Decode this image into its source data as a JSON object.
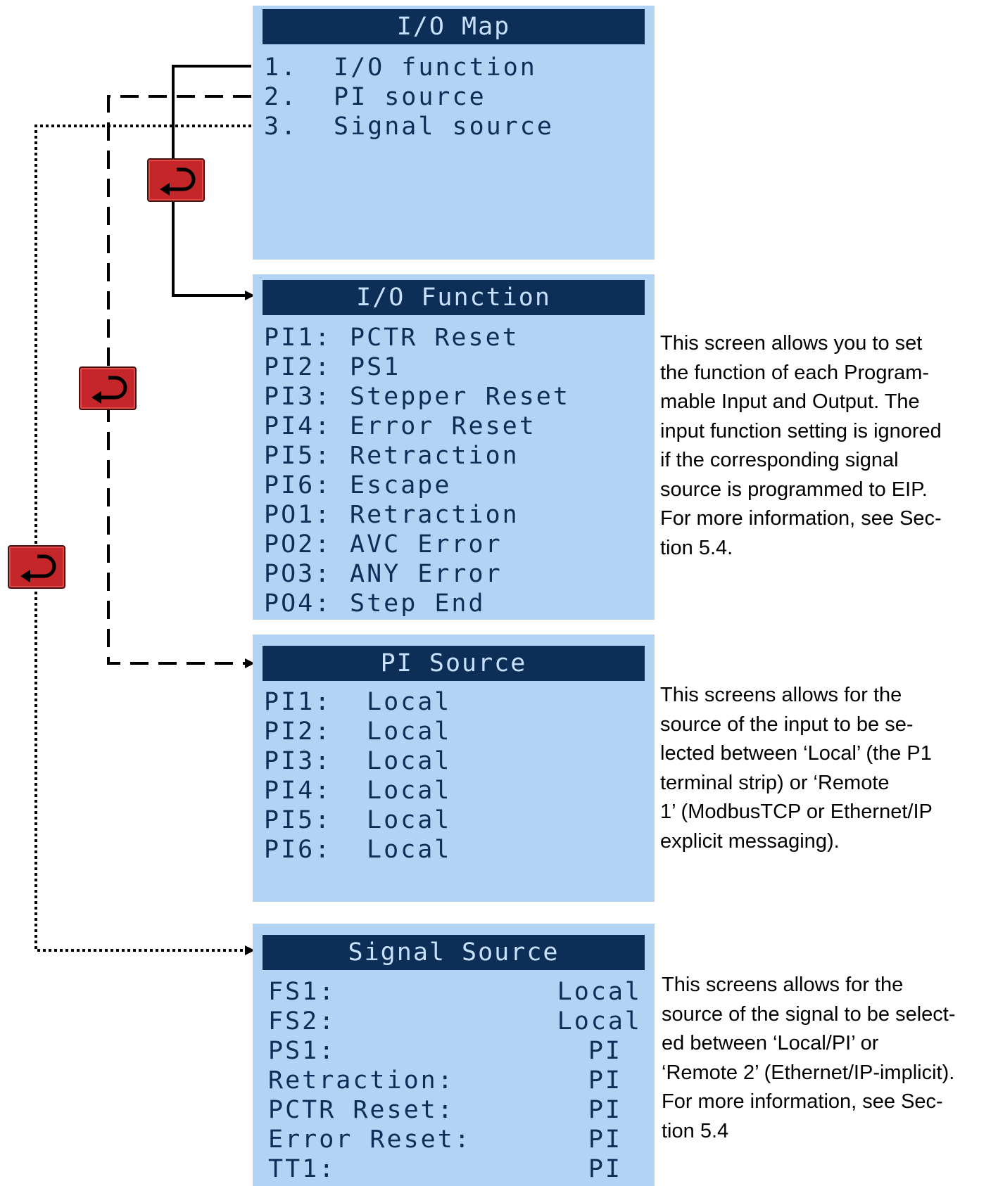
{
  "io_map": {
    "title": "I/O Map",
    "items": [
      {
        "num": "1.",
        "label": "I/O function"
      },
      {
        "num": "2.",
        "label": "PI source"
      },
      {
        "num": "3.",
        "label": "Signal source"
      }
    ]
  },
  "io_function": {
    "title": "I/O Function",
    "rows": [
      {
        "key": "PI1:",
        "value": "PCTR Reset"
      },
      {
        "key": "PI2:",
        "value": "PS1"
      },
      {
        "key": "PI3:",
        "value": "Stepper Reset"
      },
      {
        "key": "PI4:",
        "value": "Error Reset"
      },
      {
        "key": "PI5:",
        "value": "Retraction"
      },
      {
        "key": "PI6:",
        "value": "Escape"
      },
      {
        "key": "PO1:",
        "value": "Retraction"
      },
      {
        "key": "PO2:",
        "value": "AVC Error"
      },
      {
        "key": "PO3:",
        "value": "ANY Error"
      },
      {
        "key": "PO4:",
        "value": "Step End"
      }
    ],
    "description": [
      "This screen allows you to set",
      "the function of each Program-",
      "mable Input and Output.  The",
      "input function setting is ignored",
      "if the corresponding signal",
      "source is programmed to EIP.",
      "For more information, see Sec-",
      "tion 5.4."
    ]
  },
  "pi_source": {
    "title": "PI Source",
    "rows": [
      {
        "key": "PI1:",
        "value": "Local"
      },
      {
        "key": "PI2:",
        "value": "Local"
      },
      {
        "key": "PI3:",
        "value": "Local"
      },
      {
        "key": "PI4:",
        "value": "Local"
      },
      {
        "key": "PI5:",
        "value": "Local"
      },
      {
        "key": "PI6:",
        "value": "Local"
      }
    ],
    "description": [
      "This screens allows for the",
      "source of the input to be se-",
      "lected between ‘Local’ (the P1",
      "terminal strip) or ‘Remote",
      "1’ (ModbusTCP or Ethernet/IP",
      "explicit messaging)."
    ]
  },
  "signal_source": {
    "title": "Signal Source",
    "rows": [
      {
        "key": "FS1:",
        "value": "Local"
      },
      {
        "key": "FS2:",
        "value": "Local"
      },
      {
        "key": "PS1:",
        "value": "PI"
      },
      {
        "key": "Retraction:",
        "value": "PI"
      },
      {
        "key": "PCTR Reset:",
        "value": "PI"
      },
      {
        "key": "Error Reset:",
        "value": "PI"
      },
      {
        "key": "TT1:",
        "value": "PI"
      }
    ],
    "description": [
      "This screens allows for the",
      "source of the signal to be select-",
      "ed between ‘Local/PI’ or",
      "‘Remote 2’ (Ethernet/IP-implicit).",
      "For more information, see Sec-",
      "tion 5.4"
    ]
  },
  "icons": [
    "back-enter-icon"
  ],
  "colors": {
    "screen_bg": "#b3d3f4",
    "header_bg": "#0d2f57",
    "text": "#0d2f57",
    "back_button": "#c4262a"
  }
}
